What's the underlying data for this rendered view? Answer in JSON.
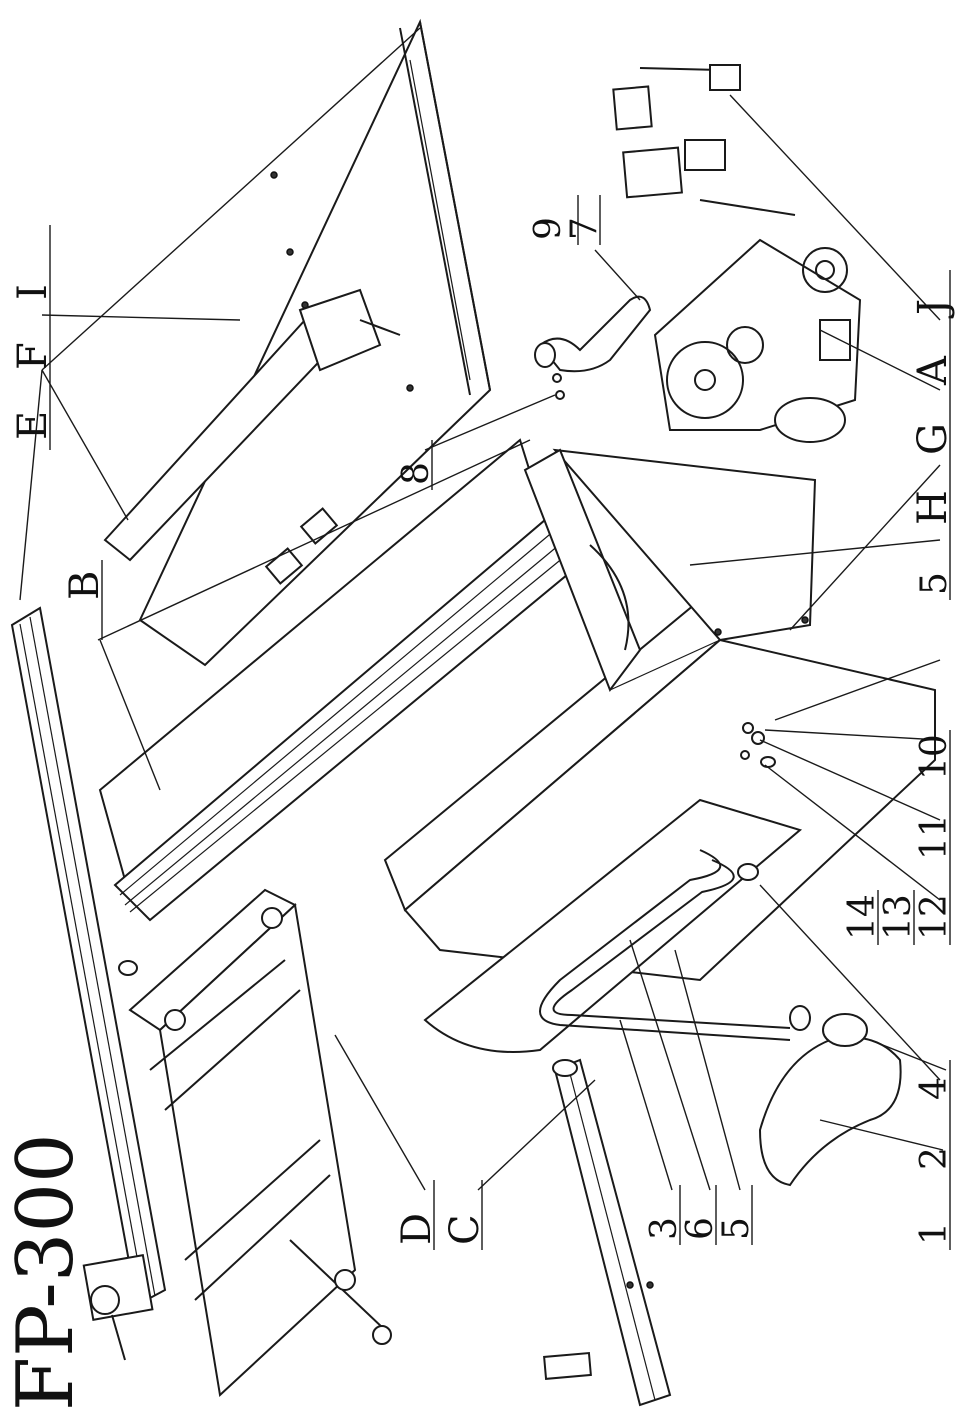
{
  "title": "FP-300",
  "labels": {
    "E": "E",
    "F": "F",
    "I": "I",
    "B": "B",
    "D": "D",
    "C": "C",
    "H": "H",
    "G": "G",
    "A": "A",
    "J": "J",
    "n9": "9",
    "n7": "7",
    "n8": "8",
    "n5a": "5",
    "n10": "10",
    "n11": "11",
    "n12": "12",
    "n13": "13",
    "n14": "14",
    "n1": "1",
    "n2": "2",
    "n3": "3",
    "n4": "4",
    "n5b": "5",
    "n6": "6"
  }
}
